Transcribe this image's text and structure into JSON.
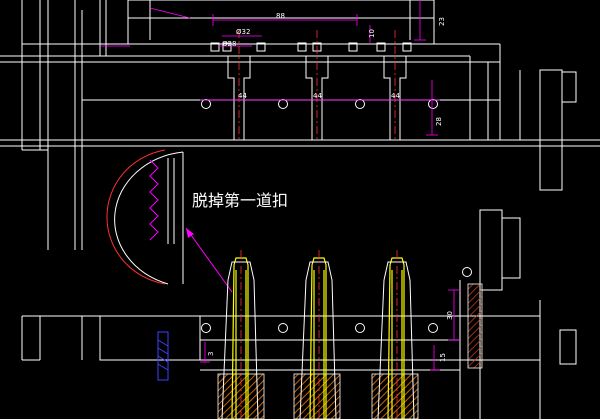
{
  "drawing": {
    "annotation": "脱掉第一道扣",
    "dims": {
      "width_88": "88",
      "dia_32": "Ø32",
      "dia_28": "Ø28",
      "d10": "10",
      "d23": "23",
      "c44_left": "44",
      "c44_mid": "44",
      "c44_right": "44",
      "d28": "28",
      "d30": "30",
      "d15": "15",
      "d3": "3"
    },
    "colors": {
      "outline": "#ffffff",
      "dimension": "#ff00ff",
      "centerline": "#ff3030",
      "part": "#ffff00",
      "hatch": "#c86400",
      "callout": "#ff00ff",
      "pin": "#4040ff"
    }
  }
}
